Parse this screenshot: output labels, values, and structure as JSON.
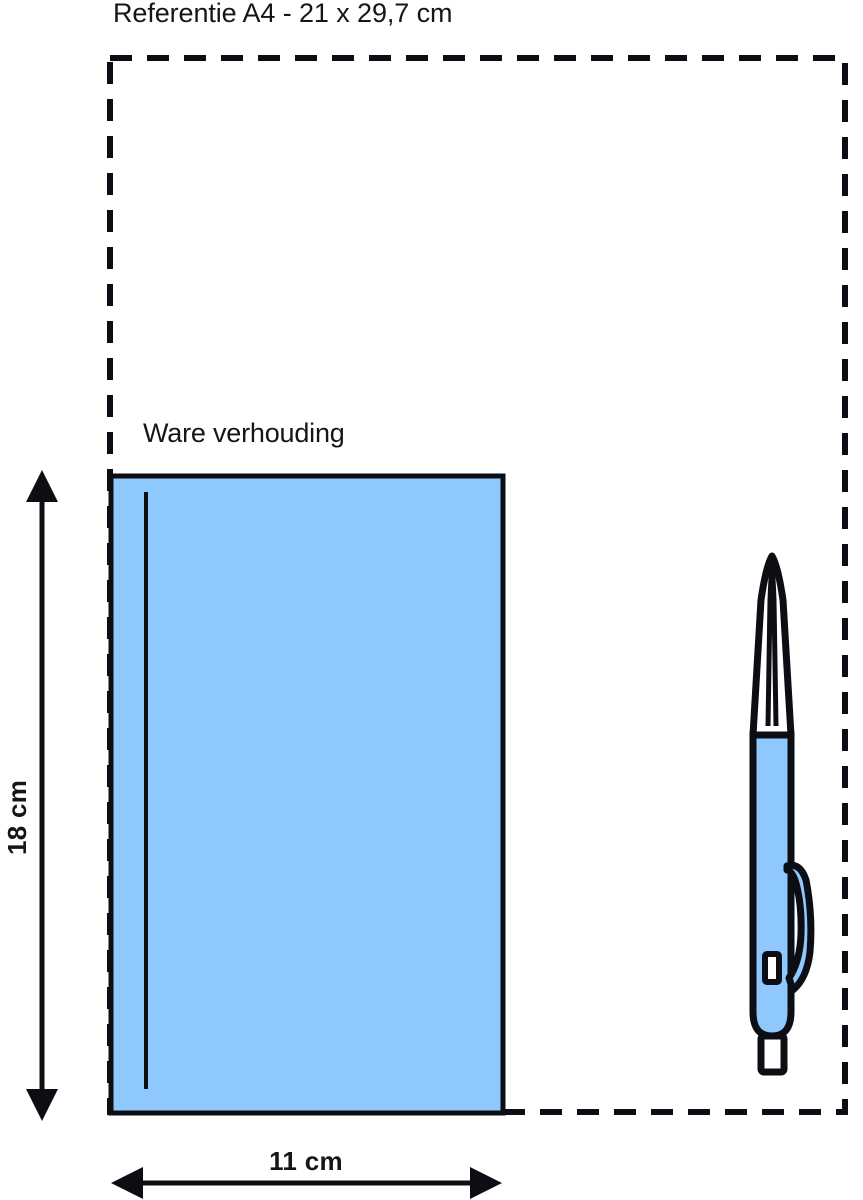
{
  "diagram": {
    "type": "product-size-reference",
    "language": "nl",
    "title": "Referentie A4 - 21 x 29,7 cm",
    "scale_label": "Ware verhouding",
    "reference_sheet": {
      "name": "A4",
      "width_cm": 21,
      "height_cm": 29.7,
      "style": "dashed-outline"
    },
    "product": {
      "name": "blue-rectangular-product",
      "width_label": "11 cm",
      "height_label": "18 cm",
      "width_cm": 11,
      "height_cm": 18,
      "fill_color": "#8EC8FD",
      "stroke_color": "#0D0D14"
    },
    "pen": {
      "name": "ballpoint-pen",
      "description": "scale comparison ballpoint pen",
      "body_color": "#8EC8FD",
      "tip_color": "#FFFFFF",
      "stroke_color": "#0D0D14"
    },
    "dimensions": {
      "vertical": {
        "label": "18 cm",
        "orientation": "vertical",
        "arrow_style": "double-headed"
      },
      "horizontal": {
        "label": "11 cm",
        "orientation": "horizontal",
        "arrow_style": "double-headed"
      }
    },
    "colors": {
      "product_blue": "#8EC8FD",
      "outline_black": "#0D0D14",
      "background": "#FFFFFF"
    }
  }
}
